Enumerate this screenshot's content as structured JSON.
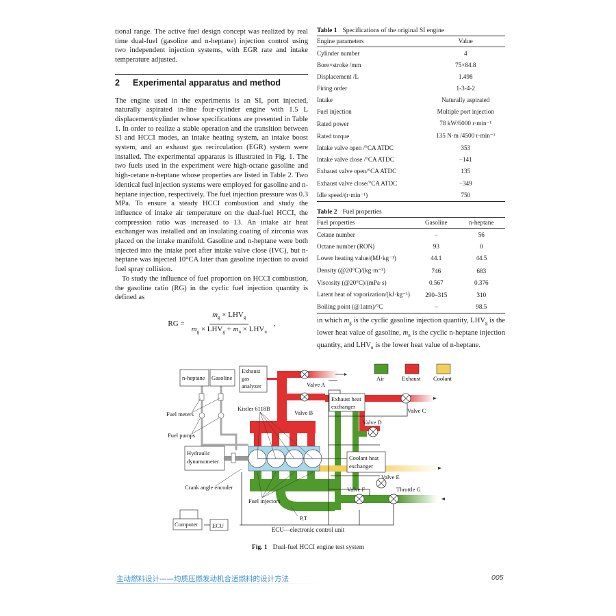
{
  "left_column": {
    "para_intro": "tional range. The active fuel design concept was realized by real time dual-fuel (gasoline and n-heptane) injection control using two independent injection systems, with EGR rate and intake temperature adjusted.",
    "section": {
      "number": "2",
      "title": "Experimental apparatus and method"
    },
    "para_1": "The engine used in the experiments is an SI, port injected, naturally aspirated in-line four-cylinder engine with 1.5 L displacement/cylinder whose specifications are presented in Table 1. In order to realize a stable operation and the transition between SI and HCCI modes, an intake heating system, an intake boost system, and an exhaust gas recirculation (EGR) system were installed. The experimental apparatus is illustrated in Fig. 1. The two fuels used in the experiment were high-octane gasoline and high-cetane n-heptane whose properties are listed in Table 2. Two identical fuel injection systems were employed for gasoline and n-heptane injection, respectively. The fuel injection pressure was 0.3 MPa. To ensure a steady HCCI combustion and study the influence of intake air temperature on the dual-fuel HCCI, the compression ratio was increased to 13. An intake air heat exchanger was installed and an insulating coating of zirconia was placed on the intake manifold. Gasoline and n-heptane were both injected into the intake port after intake valve close (IVC), but n-heptane was injected 10°CA later than gasoline injection to avoid fuel spray collision.",
    "para_2": "To study the influence of fuel proportion on HCCI combustion, the gasoline ratio (RG) in the cyclic fuel injection quantity is defined as",
    "equation": {
      "lhs": "RG =",
      "numerator": "m_g × LHV_g",
      "denominator": "m_g × LHV_g + m_n × LHV_n",
      "trailing": ","
    }
  },
  "table1": {
    "label": "Table 1",
    "caption": "Specifications of the original SI engine",
    "headers": [
      "Engine parameters",
      "Value"
    ],
    "rows": [
      [
        "Cylinder number",
        "4"
      ],
      [
        "Bore×stroke /mm",
        "75×84.8"
      ],
      [
        "Displacement /L",
        "1.498"
      ],
      [
        "Firing order",
        "1-3-4-2"
      ],
      [
        "Intake",
        "Naturally aspirated"
      ],
      [
        "Fuel injection",
        "Multiple port injection"
      ],
      [
        "Rated power",
        "78 kW/6000 r·min⁻¹"
      ],
      [
        "Rated torque",
        "135 N·m /4500 r·min⁻¹"
      ],
      [
        "Intake valve open /°CA ATDC",
        "353"
      ],
      [
        "Intake valve close /°CA ATDC",
        "−141"
      ],
      [
        "Exhaust valve open/°CA ATDC",
        "135"
      ],
      [
        "Exhaust valve close/°CA ATDC",
        "−349"
      ],
      [
        "Idle speed/(r·min⁻¹)",
        "750"
      ]
    ]
  },
  "table2": {
    "label": "Table 2",
    "caption": "Fuel properties",
    "headers": [
      "Fuel properties",
      "Gasoline",
      "n-heptane"
    ],
    "rows": [
      [
        "Cetane number",
        "–",
        "56"
      ],
      [
        "Octane number (RON)",
        "93",
        "0"
      ],
      [
        "Lower heating value/(MJ·kg⁻¹)",
        "44.1",
        "44.5"
      ],
      [
        "Density (@20°C)/(kg·m⁻³)",
        "746",
        "683"
      ],
      [
        "Viscosity (@20°C)/(mPa·s)",
        "0.567",
        "0.376"
      ],
      [
        "Latent heat of vaporization/(kJ·kg⁻¹)",
        "290–315",
        "310"
      ],
      [
        "Boiling point (@1atm)/°C",
        "–",
        "98.5"
      ]
    ]
  },
  "after_table_text": "in which m_g is the cyclic gasoline injection quantity, LHV_g is the lower heat value of gasoline, m_n is the cyclic n-heptane injection quantity, and LHV_n is the lower heat value of n-heptane.",
  "figure": {
    "legend": [
      {
        "label": "Air",
        "color": "#4f9a2c"
      },
      {
        "label": "Exhaust",
        "color": "#e03030"
      },
      {
        "label": "Coolant",
        "color": "#f2cf5a"
      }
    ],
    "boxes": {
      "n_heptane": "n-heptane",
      "gasoline": "Gasoline",
      "exhaust_gas_analyzer": [
        "Exhaust",
        "gas",
        "analyzer"
      ],
      "exhaust_heat_exchanger": [
        "Exhaust heat",
        "exchanger"
      ],
      "coolant_heat_exchanger": [
        "Coolant heat",
        "exchanger"
      ],
      "hydraulic_dynamometer": [
        "Hydraulic",
        "dynamometer"
      ],
      "computer": "Computer",
      "ecu": "ECU"
    },
    "labels": {
      "fuel_meters": "Fuel meters",
      "fuel_pumps": "Fuel pumps",
      "kistler": "Kistler 6118B",
      "crank_angle_encoder": "Crank angle encoder",
      "fuel_injectors": "Fuel injectors",
      "pt": "P,T",
      "valve_a": "Valve A",
      "valve_b": "Valve B",
      "valve_c": "Valve C",
      "valve_d": "Valve D",
      "valve_e": "Valve E",
      "valve_f": "Valve F",
      "throttle_g": "Throttle G"
    },
    "note": "ECU—electronic control unit",
    "caption_label": "Fig. 1",
    "caption": "Dual-fuel HCCI engine test system"
  },
  "footer": {
    "book_title": "主动燃料设计——均质压燃发动机合适燃料的设计方法",
    "page_number": "005"
  }
}
